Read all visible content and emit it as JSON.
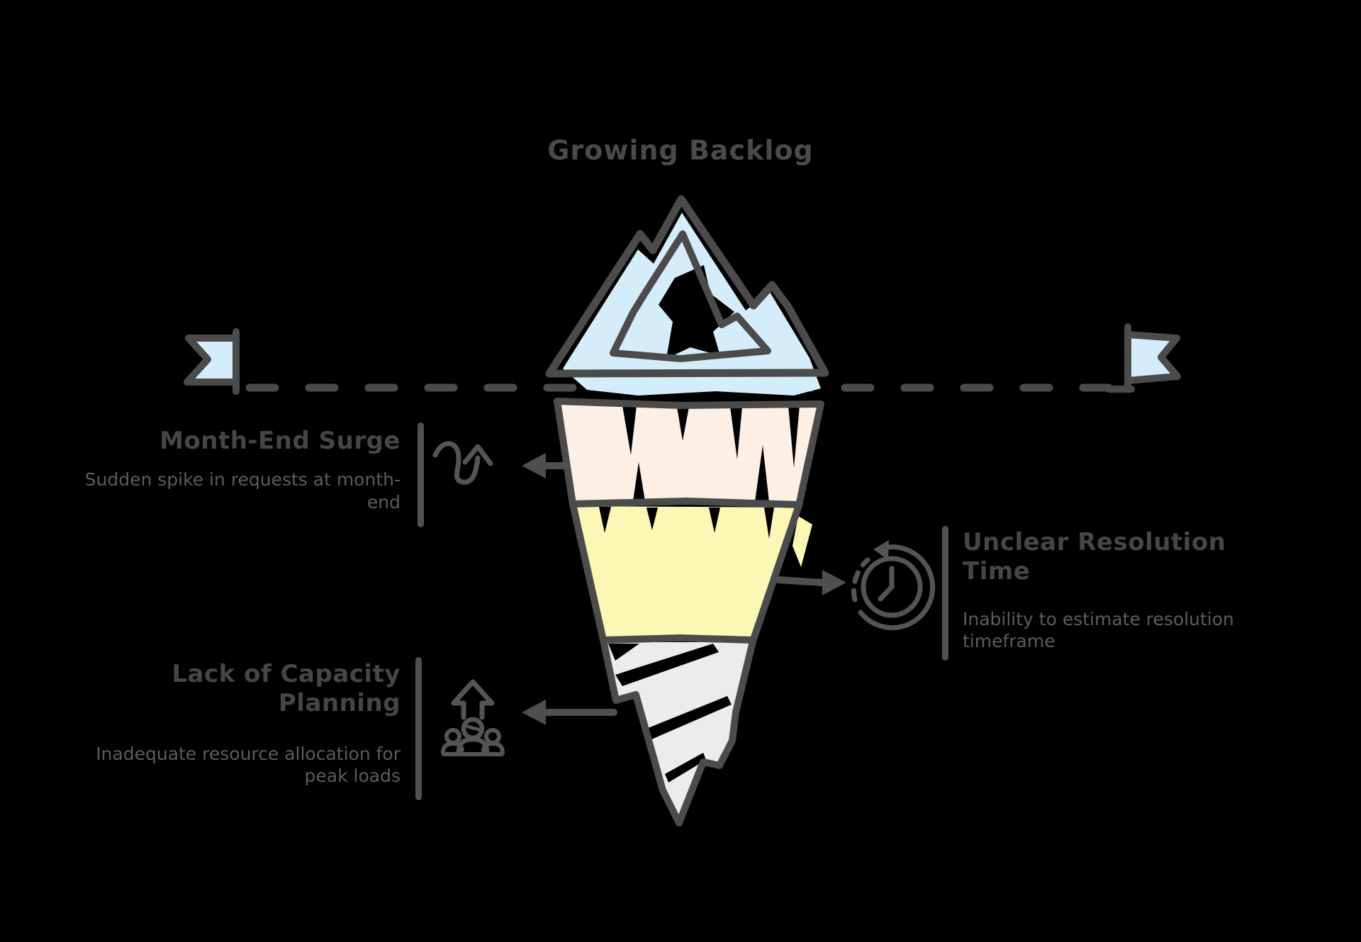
{
  "title": "Growing Backlog",
  "waterline": {
    "style": "dashed",
    "flags": [
      "flag-left",
      "flag-right"
    ]
  },
  "iceberg": {
    "visible_tip": {
      "label": "Growing Backlog",
      "fill": "#d5edfb"
    },
    "submerged_layers": [
      {
        "fill": "#fdefe4",
        "linked_callout": "month_end"
      },
      {
        "fill": "#fdf7b5",
        "linked_callout": "resolution"
      },
      {
        "fill": "#ececee",
        "linked_callout": "capacity"
      }
    ]
  },
  "callouts": {
    "month_end": {
      "title": "Month-End Surge",
      "description": "Sudden spike in requests at month-end",
      "icon": "surge-curve-arrow-icon",
      "side": "left"
    },
    "resolution": {
      "title": "Unclear Resolution Time",
      "description": "Inability to estimate resolution timeframe",
      "icon": "history-clock-icon",
      "side": "right"
    },
    "capacity": {
      "title": "Lack of Capacity Planning",
      "description": "Inadequate resource allocation for peak loads",
      "icon": "team-growth-arrow-icon",
      "side": "left"
    }
  },
  "colors": {
    "background": "#000000",
    "outline": "#4b4b4b",
    "dash_line": "#4a4a4a",
    "tip_fill": "#d5edfb",
    "layer1_fill": "#fdefe4",
    "layer2_fill": "#fdf7b5",
    "layer3_fill": "#ececee",
    "title_text": "#4a4a4a",
    "callout_title_text": "#464646",
    "callout_description_text": "#5c5c5c",
    "icon_stroke": "#545454"
  }
}
